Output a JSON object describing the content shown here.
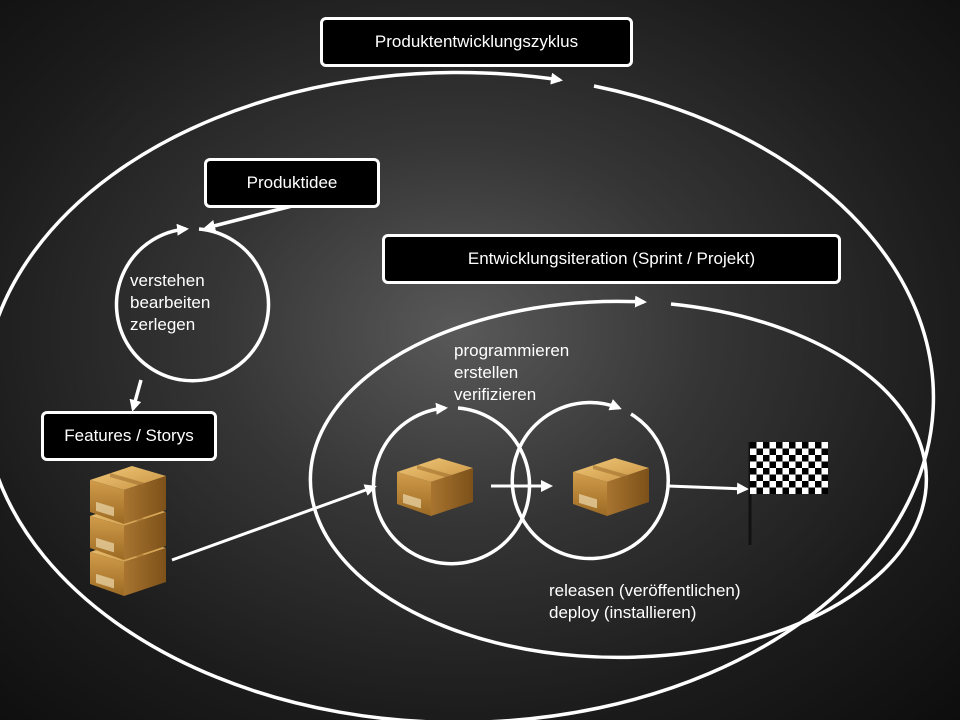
{
  "labels": {
    "product_cycle": "Produktentwicklungszyklus",
    "product_idea": "Produktidee",
    "dev_iteration": "Entwicklungsiteration (Sprint / Projekt)",
    "features": "Features / Storys"
  },
  "idea_steps": [
    "verstehen",
    "bearbeiten",
    "zerlegen"
  ],
  "build_steps": [
    "programmieren",
    "erstellen",
    "verifizieren"
  ],
  "release_steps": [
    "releasen (veröffentlichen)",
    "deploy (installieren)"
  ],
  "icons": {
    "box": "cardboard-box-icon",
    "flag": "checkered-flag-icon"
  },
  "colors": {
    "line": "#ffffff",
    "box_fill": "#000000",
    "cardboard": "#c8923f"
  }
}
